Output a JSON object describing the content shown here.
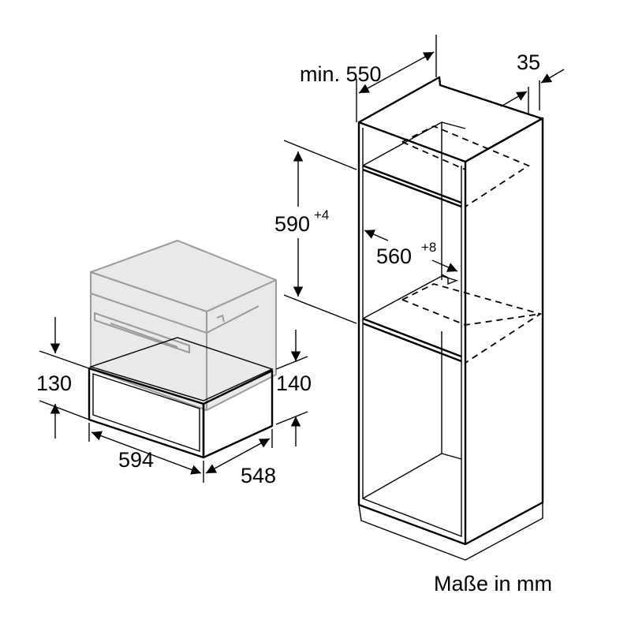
{
  "dimensions": {
    "cabinet_depth": "min. 550",
    "back_gap": "35",
    "niche_height": "590",
    "niche_height_tolerance": "+4",
    "niche_width": "560",
    "niche_width_tolerance": "+8",
    "drawer_height_front": "130",
    "drawer_height_side": "140",
    "drawer_width": "594",
    "drawer_depth": "548"
  },
  "caption": "Maße in mm",
  "colors": {
    "line": "#000000",
    "appliance_outline": "#9a9a9a",
    "appliance_fill": "#e9e9e9"
  }
}
